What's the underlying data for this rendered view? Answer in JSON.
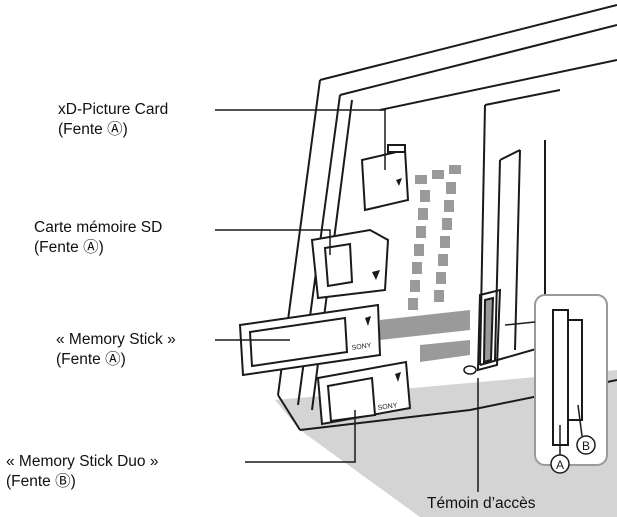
{
  "labels": {
    "xd": {
      "name": "xD-Picture Card",
      "slot": "(Fente Ⓐ)"
    },
    "sd": {
      "name": "Carte mémoire SD",
      "slot": "(Fente Ⓐ)"
    },
    "ms": {
      "name": "« Memory Stick »",
      "slot": "(Fente Ⓐ)"
    },
    "msduo": {
      "name": "« Memory Stick Duo »",
      "slot": "(Fente Ⓑ)"
    },
    "access": {
      "name": "Témoin d’accès"
    }
  },
  "inset": {
    "slot_a": "A",
    "slot_b": "B"
  },
  "card_brand": "SONY",
  "colors": {
    "line": "#1a1a1a",
    "slot_shading": "#9a9a9a",
    "floor": "#d4d4d4"
  }
}
